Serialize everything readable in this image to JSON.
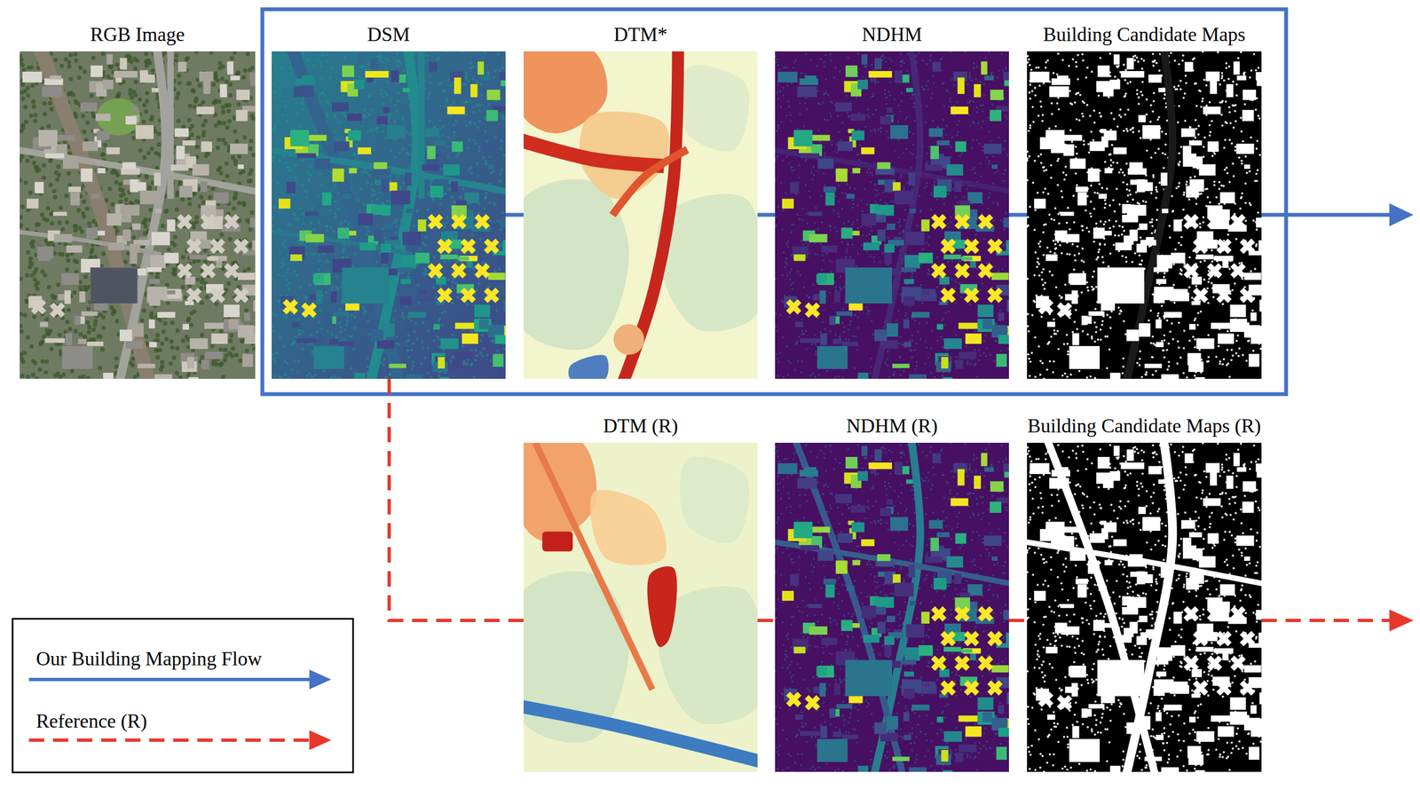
{
  "diagram": {
    "nodes": [
      {
        "text": [
          "RGB Image"
        ]
      },
      {
        "text": [
          "DSM"
        ]
      },
      {
        "text": [
          "DTM*"
        ]
      },
      {
        "text": [
          "NDHM"
        ]
      },
      {
        "text": [
          "Building Candidate Maps"
        ]
      },
      {
        "text": [
          "DTM (R)"
        ]
      },
      {
        "text": [
          "NDHM (R)"
        ]
      },
      {
        "text": [
          "Building Candidate Maps (R)"
        ]
      }
    ],
    "edges": [
      {
        "from": 1,
        "to": 2,
        "arrow": "none"
      },
      {
        "from": 2,
        "to": 3,
        "arrow": "none"
      },
      {
        "from": 3,
        "to": 4,
        "arrow": "none"
      },
      {
        "from": 1,
        "to": 5,
        "arrow": "none"
      },
      {
        "from": 5,
        "to": 6,
        "arrow": "none"
      },
      {
        "from": 6,
        "to": 7,
        "arrow": "none"
      }
    ],
    "legend": [
      {
        "text": "Our Building Mapping Flow"
      },
      {
        "text": "Reference (R)"
      }
    ]
  }
}
